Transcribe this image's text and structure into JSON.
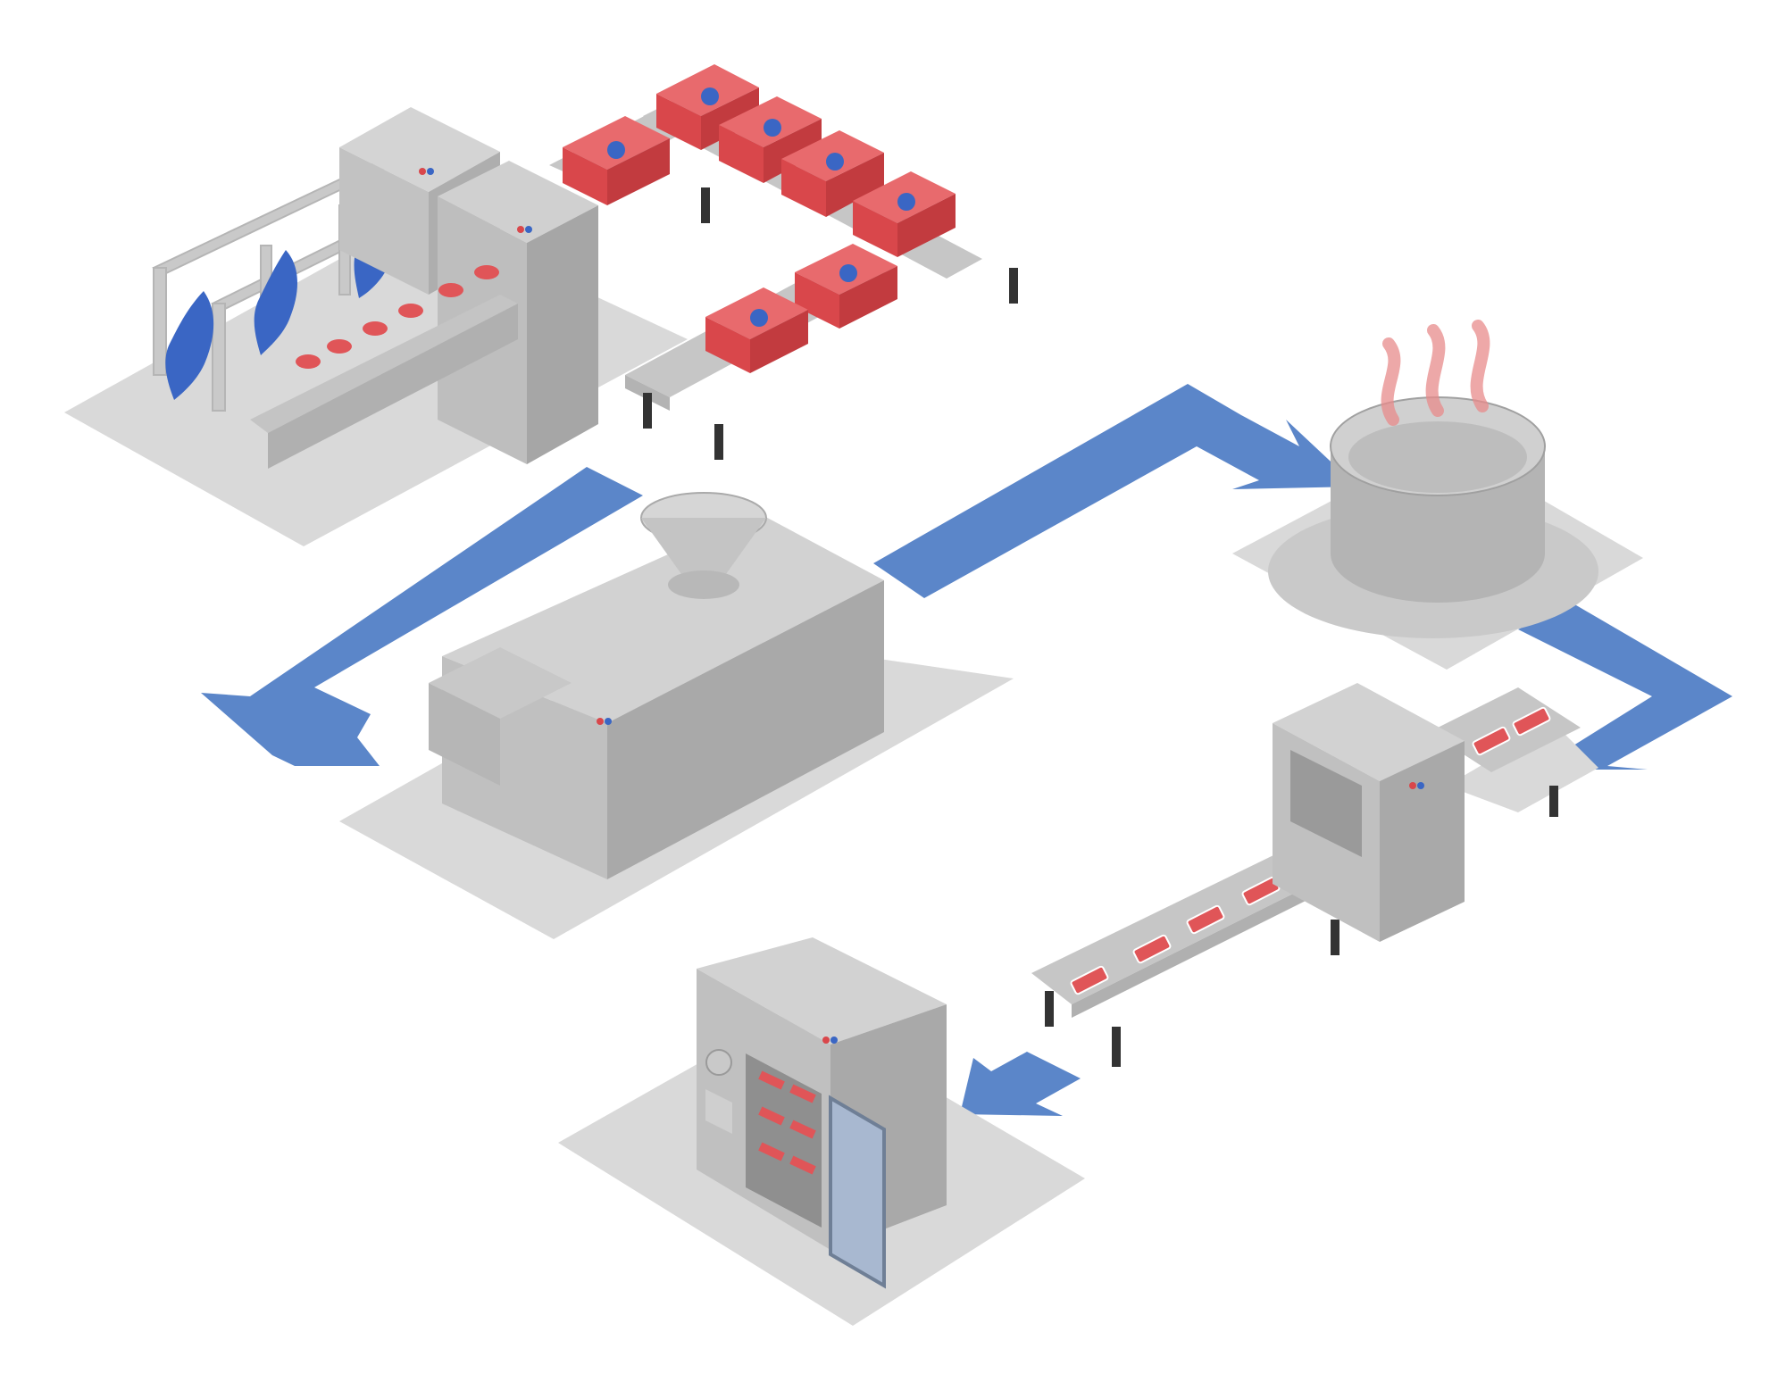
{
  "diagram": {
    "type": "isometric-process-flow",
    "labels": [],
    "colors": {
      "background": "#ffffff",
      "floor": "#d9d9d9",
      "machine_top": "#cfcfcf",
      "machine_left": "#bdbdbd",
      "machine_right": "#a8a8a8",
      "arrow": "#5b86c9",
      "meat": "#e05558",
      "crate": "#d9474b",
      "carcass": "#3a66c4",
      "steam": "#e88b8b"
    },
    "stations": [
      {
        "id": "slaughter-line",
        "icon": "hanging-carcass-line-icon"
      },
      {
        "id": "crate-conveyor",
        "icon": "meat-crate-conveyor-icon"
      },
      {
        "id": "grinder",
        "icon": "meat-grinder-hopper-icon"
      },
      {
        "id": "cooking-vat",
        "icon": "steaming-vat-icon"
      },
      {
        "id": "packaging-tunnel",
        "icon": "packaging-conveyor-icon"
      },
      {
        "id": "cold-storage",
        "icon": "rack-oven-cabinet-icon"
      }
    ],
    "flow": [
      {
        "from": "slaughter-line",
        "to": "grinder",
        "icon": "flow-arrow-icon"
      },
      {
        "from": "grinder",
        "to": "cooking-vat",
        "icon": "flow-arrow-icon"
      },
      {
        "from": "cooking-vat",
        "to": "packaging-tunnel",
        "icon": "flow-arrow-icon"
      },
      {
        "from": "packaging-tunnel",
        "to": "cold-storage",
        "icon": "flow-arrow-icon"
      }
    ]
  }
}
